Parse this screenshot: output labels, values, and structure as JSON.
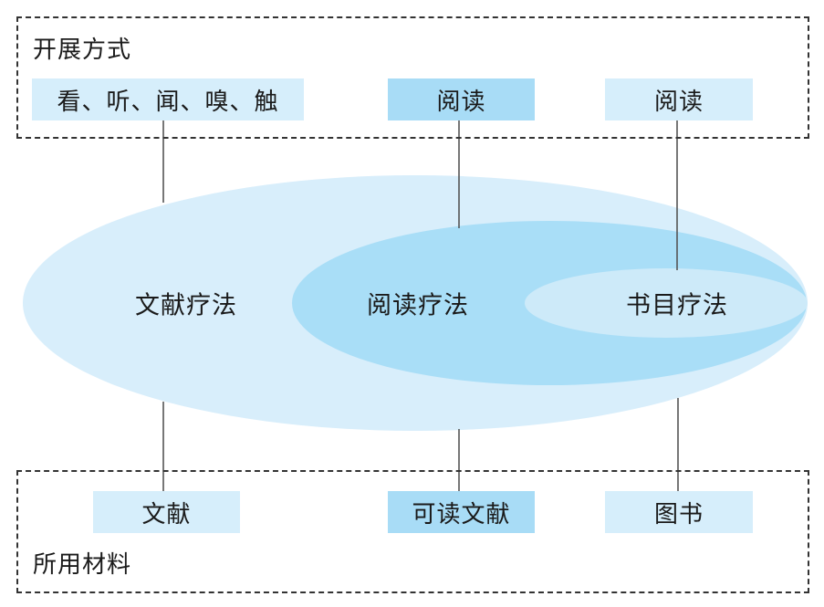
{
  "colors": {
    "outer_ellipse": "#d8eefb",
    "middle_ellipse": "#a9def7",
    "inner_ellipse": "#cdeaf9",
    "connector": "#555555",
    "frame_border": "#333333"
  },
  "top_section": {
    "label": "开展方式",
    "methods": [
      "看、听、闻、嗅、触",
      "阅读",
      "阅读"
    ]
  },
  "bottom_section": {
    "label": "所用材料",
    "materials": [
      "文献",
      "可读文献",
      "图书"
    ]
  },
  "therapies": {
    "outer": "文献疗法",
    "middle": "阅读疗法",
    "inner": "书目疗法"
  }
}
